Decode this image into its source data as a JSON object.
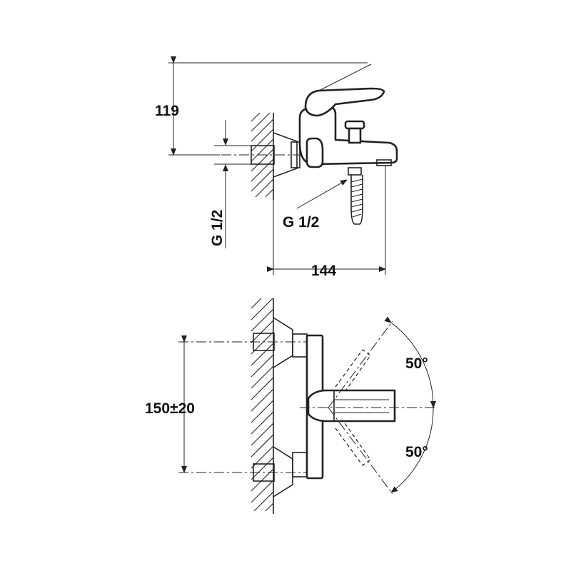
{
  "diagram": {
    "side_view": {
      "height_dim": "119",
      "inlet_thread": "G 1/2",
      "outlet_thread": "G 1/2",
      "depth_dim": "144"
    },
    "top_view": {
      "centers_dim": "150±20",
      "angle_upper": "50°",
      "angle_lower": "50°"
    }
  }
}
